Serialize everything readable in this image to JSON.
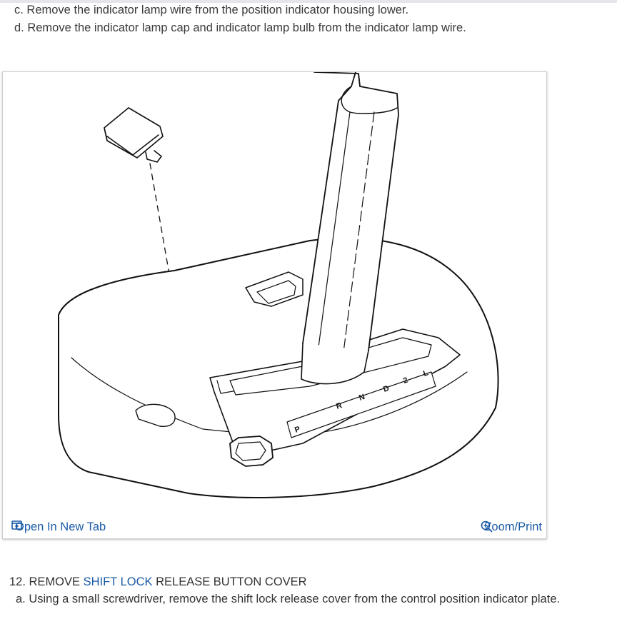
{
  "steps_top": {
    "c": "c. Remove the indicator lamp wire from the position indicator housing lower.",
    "d": "d. Remove the indicator lamp cap and indicator lamp bulb from the indicator lamp wire."
  },
  "figure": {
    "open_link": "Open In New Tab",
    "zoom_link": "Zoom/Print",
    "open_icon": "open-new-tab-icon",
    "zoom_icon": "zoom-in-icon",
    "gate_labels": [
      "P",
      "R",
      "N",
      "D",
      "2",
      "L"
    ]
  },
  "section12": {
    "prefix": "12. REMOVE ",
    "highlight": "SHIFT LOCK",
    "suffix": " RELEASE BUTTON COVER",
    "step_a": "a. Using a small screwdriver, remove the shift lock release cover from the control position indicator plate."
  },
  "colors": {
    "link": "#1a5aa6",
    "text": "#333333"
  }
}
